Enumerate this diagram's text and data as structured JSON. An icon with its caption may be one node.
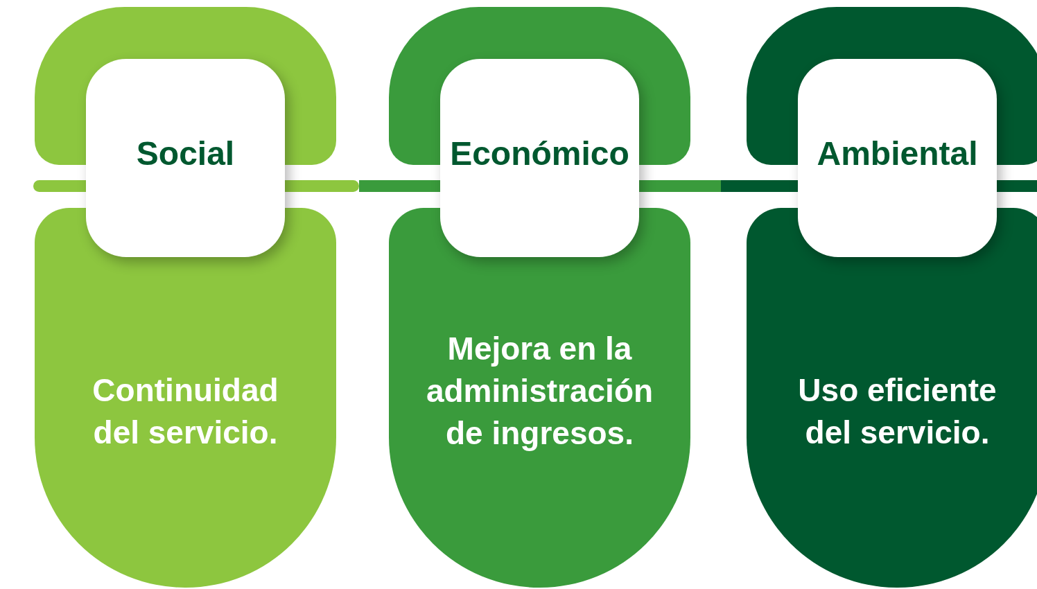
{
  "diagram": {
    "nodes": [
      {
        "text": [
          "Social",
          "Continuidad del servicio."
        ]
      },
      {
        "text": [
          "Económico",
          "Mejora en la administración de ingresos."
        ]
      },
      {
        "text": [
          "Ambiental",
          "Uso eficiente del servicio."
        ]
      }
    ]
  }
}
